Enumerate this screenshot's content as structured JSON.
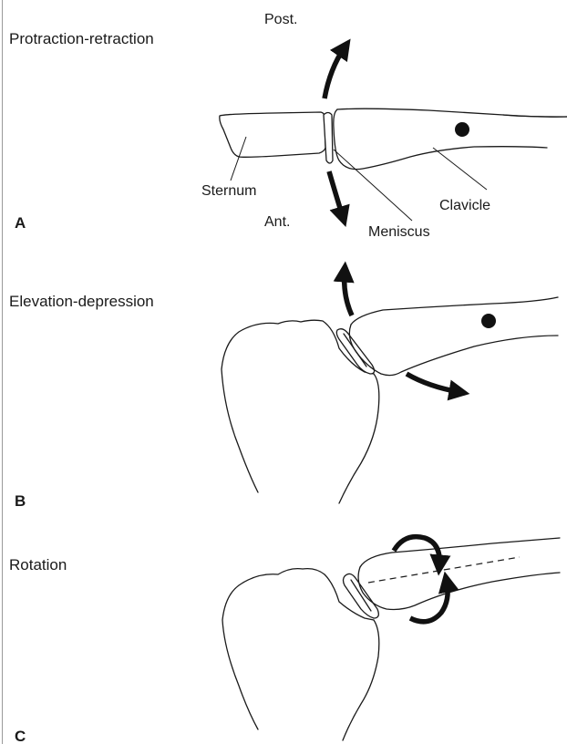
{
  "panels": {
    "a": {
      "letter": "A",
      "title": "Protraction-retraction",
      "post_label": "Post.",
      "ant_label": "Ant.",
      "sternum_label": "Sternum",
      "clavicle_label": "Clavicle",
      "meniscus_label": "Meniscus"
    },
    "b": {
      "letter": "B",
      "title": "Elevation-depression"
    },
    "c": {
      "letter": "C",
      "title": "Rotation"
    }
  },
  "colors": {
    "line": "#1a1a1a",
    "arrow": "#111111",
    "background": "#ffffff"
  }
}
